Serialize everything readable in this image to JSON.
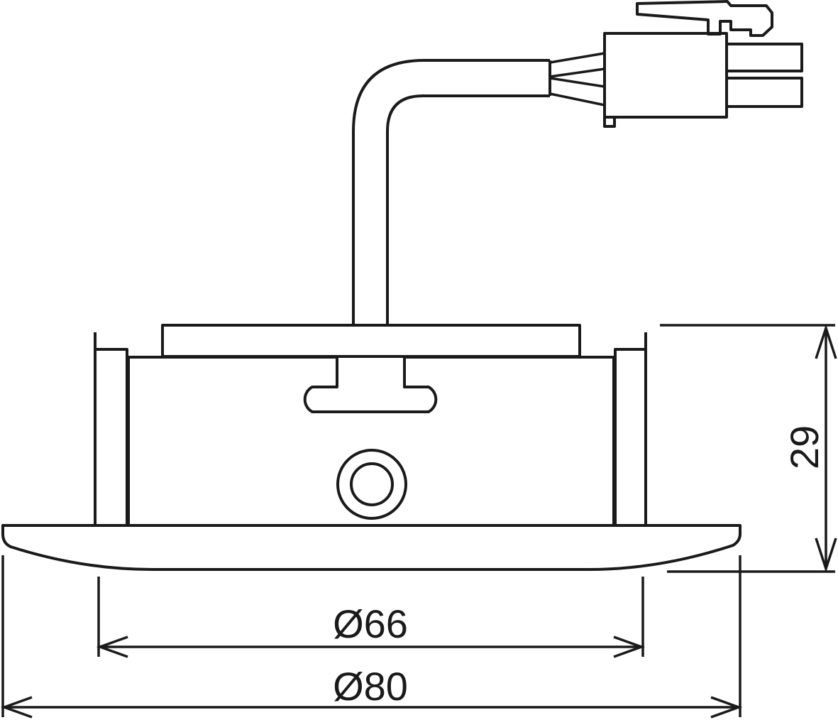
{
  "dimensions": {
    "inner_diameter_label": "Ø66",
    "outer_diameter_label": "Ø80",
    "height_label": "29"
  },
  "colors": {
    "line": "#1a1a1a",
    "background": "#ffffff"
  }
}
